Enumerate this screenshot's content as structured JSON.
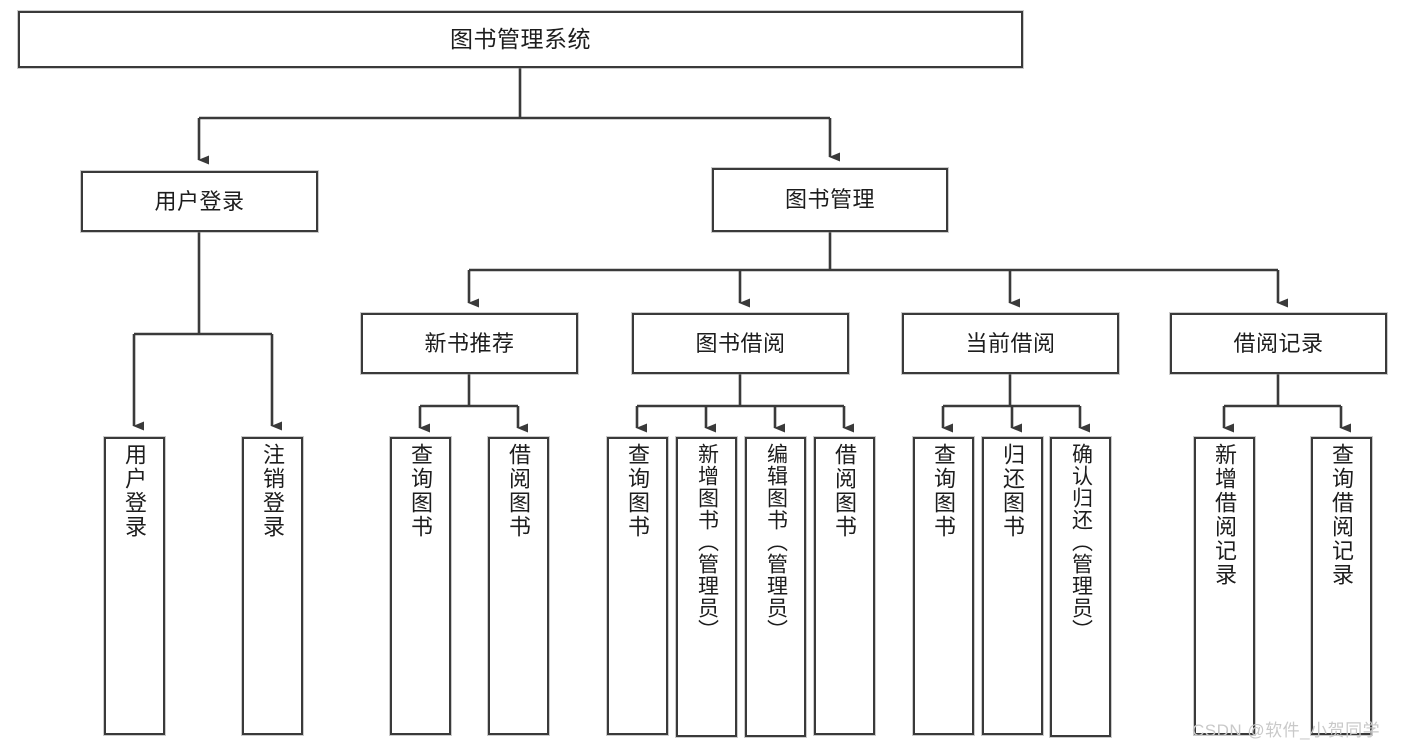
{
  "diagram": {
    "title": "图书管理系统",
    "type": "tree-hierarchy-chart",
    "orientation": "top-down",
    "levels": 4,
    "colors": {
      "node_border": "#3a3a3a",
      "node_fill": "#ffffff",
      "connector": "#3a3a3a",
      "text": "#1d1d1d",
      "watermark": "#c9c9c9",
      "background": "#ffffff"
    }
  },
  "root": {
    "label": "图书管理系统"
  },
  "level2": [
    {
      "label": "用户登录"
    },
    {
      "label": "图书管理"
    }
  ],
  "level3": [
    {
      "label": "新书推荐"
    },
    {
      "label": "图书借阅"
    },
    {
      "label": "当前借阅"
    },
    {
      "label": "借阅记录"
    }
  ],
  "leaves": {
    "user_login": [
      {
        "label": "用户登录"
      },
      {
        "label": "注销登录"
      }
    ],
    "new_book_recommend": [
      {
        "label": "查询图书"
      },
      {
        "label": "借阅图书"
      }
    ],
    "book_borrow": [
      {
        "label": "查询图书"
      },
      {
        "label": "新增图书（管理员）"
      },
      {
        "label": "编辑图书（管理员）"
      },
      {
        "label": "借阅图书"
      }
    ],
    "current_borrow": [
      {
        "label": "查询图书"
      },
      {
        "label": "归还图书"
      },
      {
        "label": "确认归还（管理员）"
      }
    ],
    "borrow_records": [
      {
        "label": "新增借阅记录"
      },
      {
        "label": "查询借阅记录"
      }
    ]
  },
  "watermark": {
    "text": "CSDN @软件_小贺同学"
  }
}
